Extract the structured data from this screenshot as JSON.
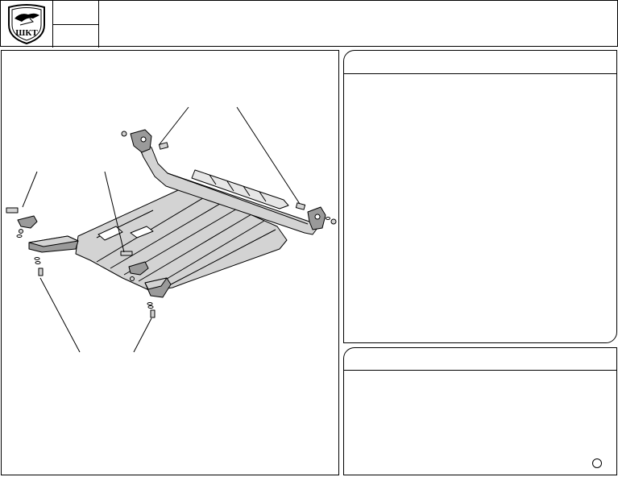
{
  "header": {
    "logo_text": "ШКТ",
    "cell_top": "",
    "cell_bottom": "",
    "title": ""
  },
  "drawing": {
    "description_label": "",
    "icons": [
      "crankcase-guard-plate",
      "front-crossbar",
      "mounting-bracket",
      "bolt",
      "nut",
      "washer",
      "leader-line"
    ]
  },
  "right_top_panel": {
    "title": ""
  },
  "right_bottom_panel": {
    "title": ""
  },
  "colors": {
    "line": "#000000",
    "fill": "#d3d3d3",
    "fill_dark": "#9a9a9a",
    "background": "#ffffff"
  }
}
